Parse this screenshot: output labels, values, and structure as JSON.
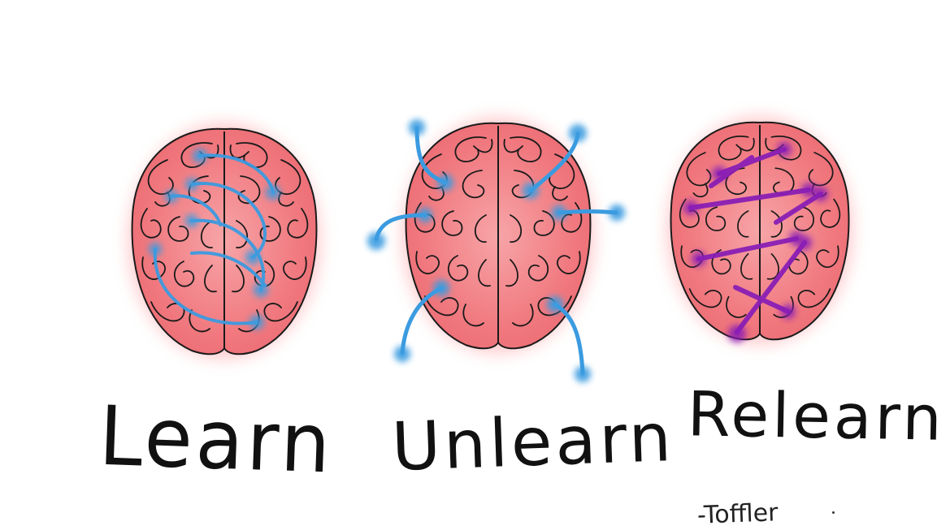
{
  "labels": {
    "learn": "Learn",
    "unlearn": "Unlearn",
    "relearn": "Relearn"
  },
  "credit": "-Toffler",
  "colors": {
    "brain_fill": "#f07a7f",
    "brain_glow": "#ff9ea3",
    "brain_outline": "#1a1a1a",
    "learn_pathways": "#3b9be0",
    "unlearn_pathways": "#3b9be0",
    "relearn_pathways": "#8a1fb5"
  },
  "illustrations": [
    {
      "name": "brain-learn",
      "pathway_style": "curved loops inside brain"
    },
    {
      "name": "brain-unlearn",
      "pathway_style": "pathways pulling out of brain"
    },
    {
      "name": "brain-relearn",
      "pathway_style": "new straight connections"
    }
  ]
}
